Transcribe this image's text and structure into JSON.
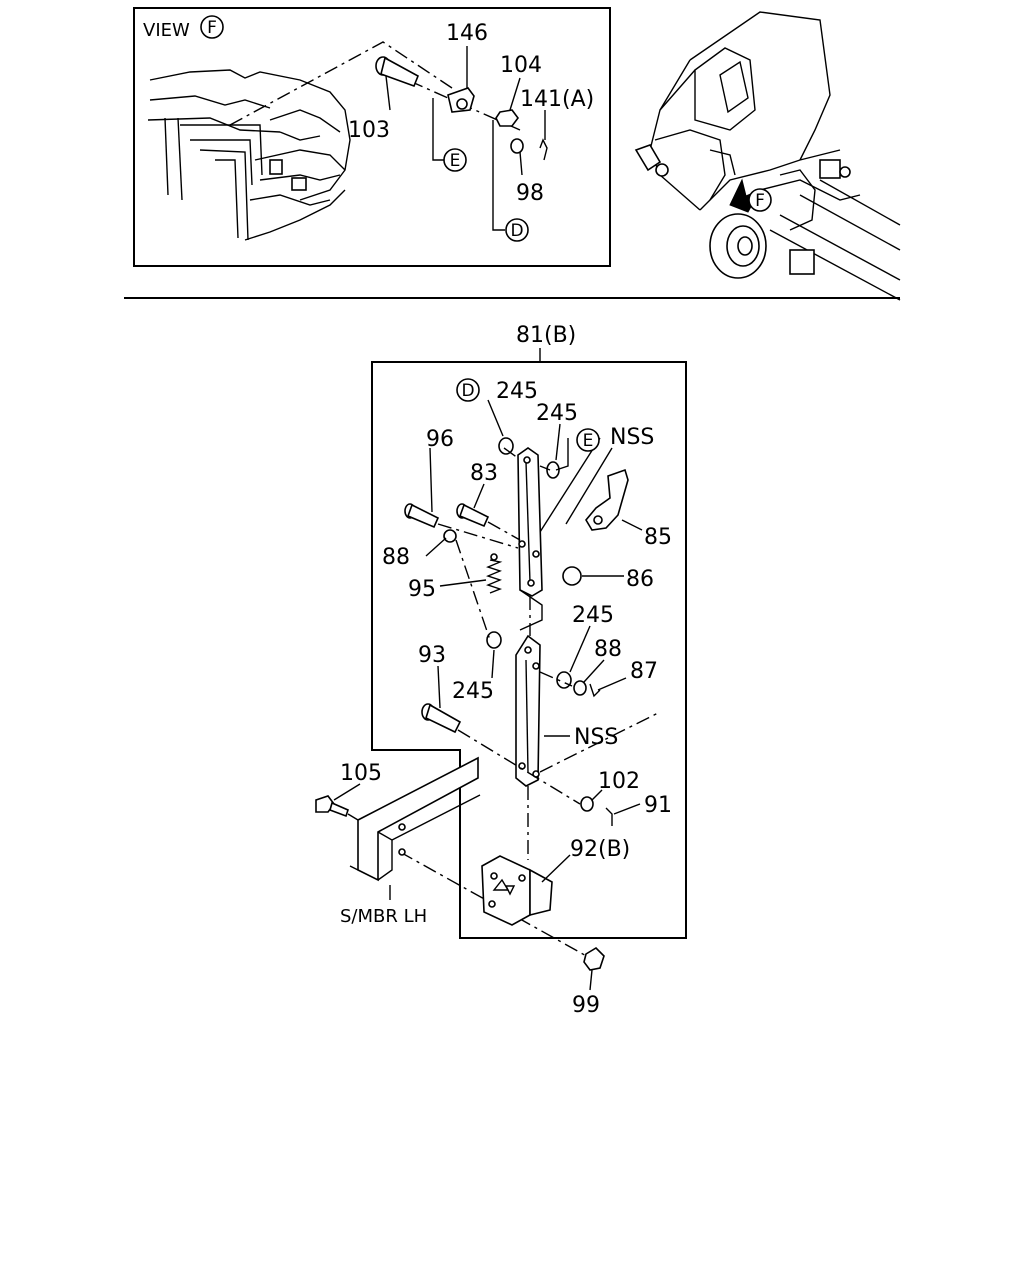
{
  "view": {
    "title": "VIEW",
    "view_ref": "F",
    "labels": {
      "p146": "146",
      "p104": "104",
      "p141": "141(A)",
      "p103": "103",
      "p98": "98",
      "ref_e": "E",
      "ref_d": "D"
    }
  },
  "truck": {
    "arrow_ref": "F"
  },
  "main": {
    "assembly": "81(B)",
    "labels": {
      "ref_d": "D",
      "p245a": "245",
      "p245b": "245",
      "ref_e": "E",
      "nss_top": "NSS",
      "p96": "96",
      "p83": "83",
      "p85": "85",
      "p88a": "88",
      "p86": "86",
      "p95": "95",
      "p245c": "245",
      "p88b": "88",
      "p93": "93",
      "p87": "87",
      "p245d": "245",
      "nss_bottom": "NSS",
      "p105": "105",
      "p102": "102",
      "p91": "91",
      "p92": "92(B)",
      "smbr": "S/MBR LH",
      "p99": "99"
    }
  }
}
